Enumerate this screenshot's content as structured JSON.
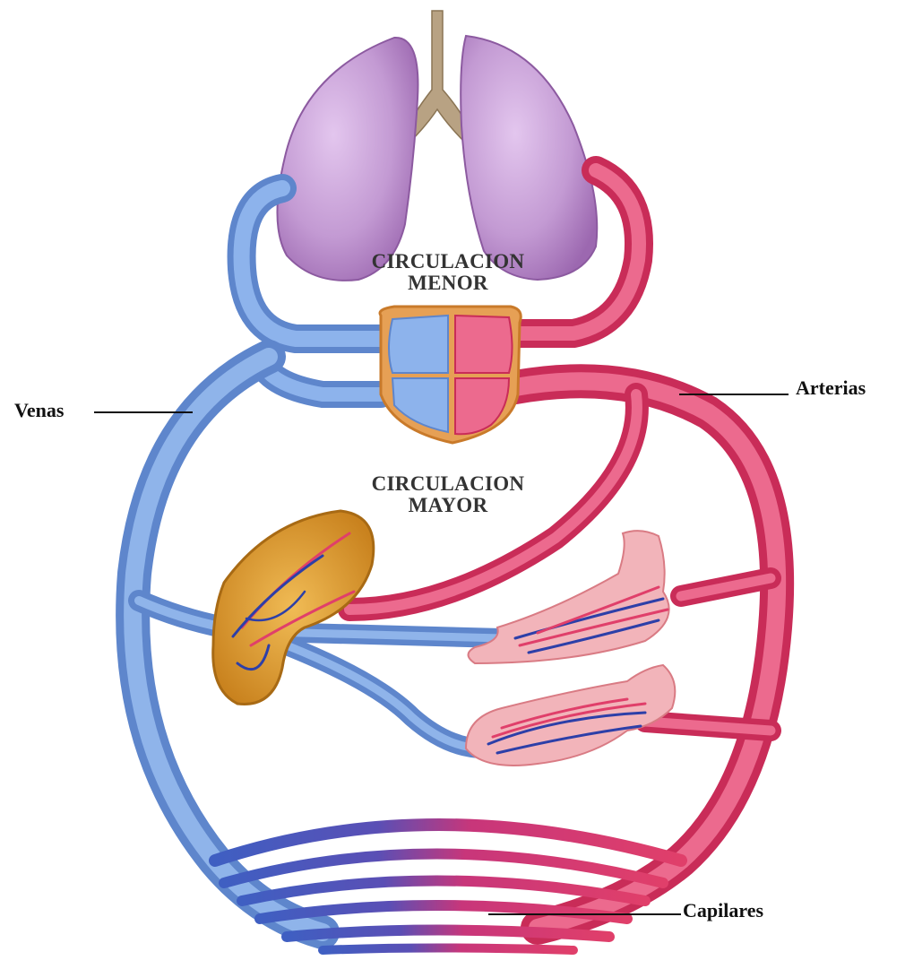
{
  "labels": {
    "pulmonary": [
      "CIRCULACION",
      "MENOR"
    ],
    "systemic": [
      "CIRCULACION",
      "MAYOR"
    ],
    "veins": "Venas",
    "arteries": "Arterias",
    "capillaries": "Capilares"
  },
  "colors": {
    "vein": "#6f97d8",
    "artery": "#df3f6c",
    "lung": "#b77fc2",
    "organ": "#d8962e",
    "heart_outline": "#d98a3a"
  }
}
